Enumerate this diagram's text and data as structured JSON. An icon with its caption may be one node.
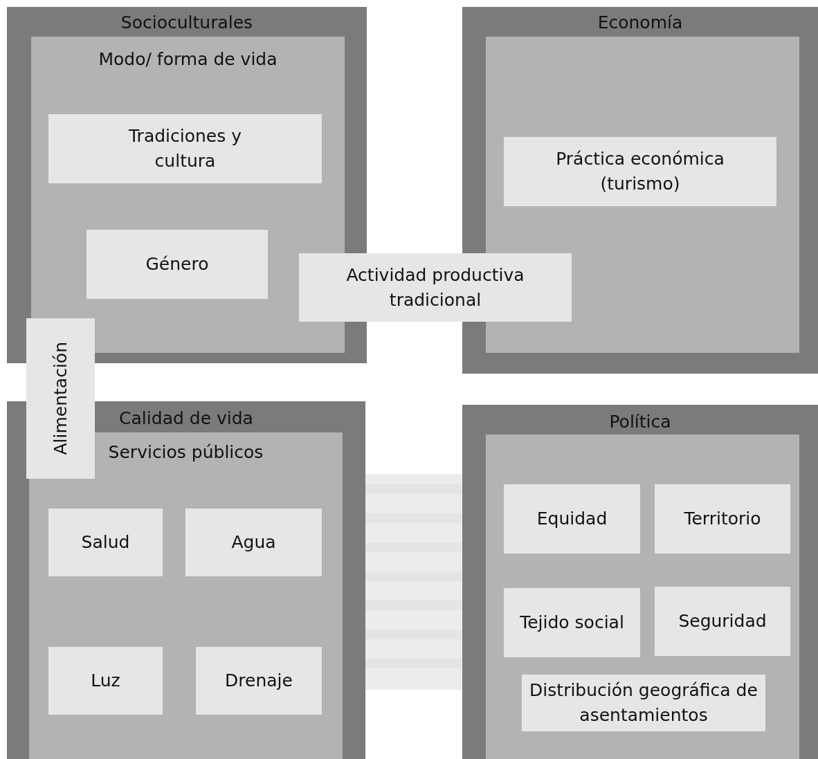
{
  "diagram": {
    "nodes": [
      {
        "text": [
          "Socioculturales"
        ]
      },
      {
        "text": [
          "Modo/ forma de vida"
        ],
        "in": 0
      },
      {
        "text": [
          "Tradiciones y cultura"
        ],
        "in": 1
      },
      {
        "text": [
          "Género"
        ],
        "in": 1
      },
      {
        "text": [
          "Economía"
        ]
      },
      {
        "text": [],
        "shape": "box",
        "in": 4
      },
      {
        "text": [
          "Práctica económica (turismo)"
        ],
        "in": 5
      },
      {
        "text": [
          "Actividad productiva tradicional"
        ]
      },
      {
        "text": [
          "Calidad de vida"
        ]
      },
      {
        "text": [
          "Servicios públicos"
        ],
        "in": 8
      },
      {
        "text": [
          "Salud"
        ],
        "in": 9
      },
      {
        "text": [
          "Agua"
        ],
        "in": 9
      },
      {
        "text": [
          "Luz"
        ],
        "in": 9
      },
      {
        "text": [
          "Drenaje"
        ],
        "in": 9
      },
      {
        "text": [
          "Alimentación"
        ]
      },
      {
        "text": [
          "Política"
        ]
      },
      {
        "text": [],
        "shape": "box",
        "in": 15
      },
      {
        "text": [
          "Equidad"
        ],
        "in": 16
      },
      {
        "text": [
          "Territorio"
        ],
        "in": 16
      },
      {
        "text": [
          "Tejido social"
        ],
        "in": 16
      },
      {
        "text": [
          "Seguridad"
        ],
        "in": 16
      },
      {
        "text": [
          "Distribución geográfica de asentamientos"
        ],
        "in": 16
      }
    ]
  }
}
